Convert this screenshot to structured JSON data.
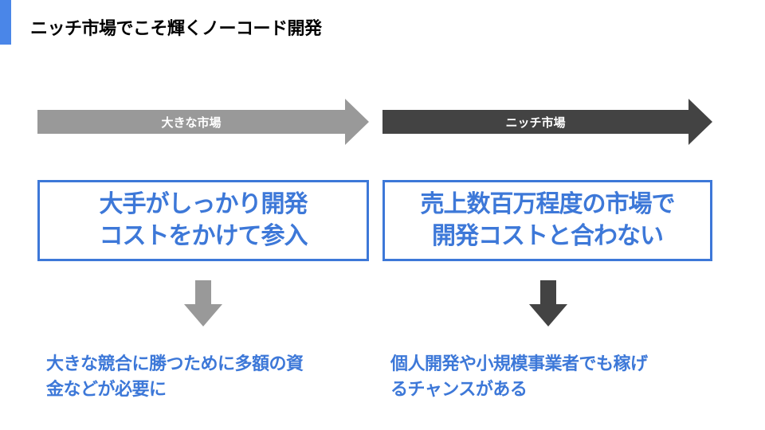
{
  "slide": {
    "title": "ニッチ市場でこそ輝くノーコード開発"
  },
  "columns": [
    {
      "arrow_label": "大きな市場",
      "arrow_color": "#999999",
      "box_lines": [
        "大手がしっかり開発",
        "コストをかけて参入"
      ],
      "down_arrow_color": "#999999",
      "note_lines": [
        "大きな競合に勝つために多額の資",
        "金などが必要に"
      ]
    },
    {
      "arrow_label": "ニッチ市場",
      "arrow_color": "#434343",
      "box_lines": [
        "売上数百万程度の市場で",
        "開発コストと合わない"
      ],
      "down_arrow_color": "#434343",
      "note_lines": [
        "個人開発や小規模事業者でも稼げ",
        "るチャンスがある"
      ]
    }
  ],
  "colors": {
    "accent": "#4a86e8",
    "text_blue": "#3d78d8"
  }
}
